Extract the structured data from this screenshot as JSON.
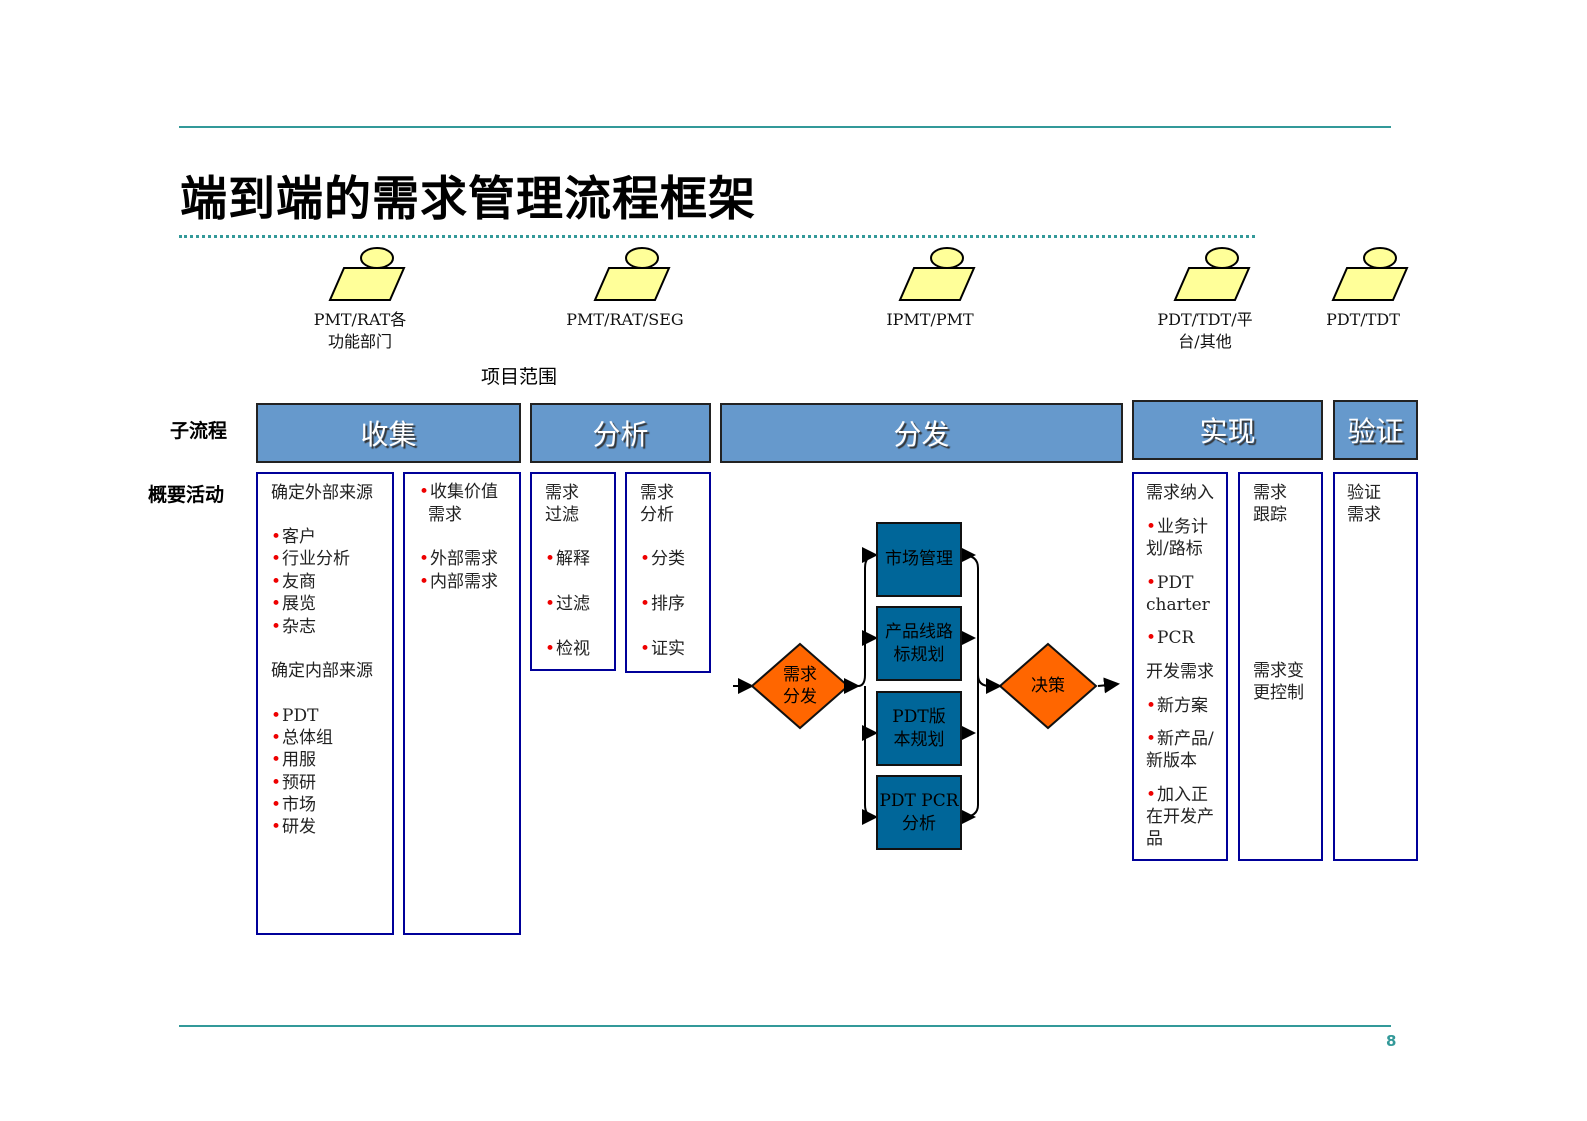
{
  "title": "端到端的需求管理流程框架",
  "page_number": "8",
  "colors": {
    "accent_line": "#339999",
    "phase_fill": "#6699cc",
    "column_border": "#000099",
    "bullet": "#ee0000",
    "flow_box": "#006699",
    "decision": "#ff6600",
    "person": "#ffff99"
  },
  "roles": [
    {
      "icon": "person-icon",
      "lines": [
        "PMT/RAT各",
        "功能部门"
      ]
    },
    {
      "icon": "person-icon",
      "lines": [
        "PMT/RAT/SEG"
      ]
    },
    {
      "icon": "person-icon",
      "lines": [
        "IPMT/PMT"
      ]
    },
    {
      "icon": "person-icon",
      "lines": [
        "PDT/TDT/平",
        "台/其他"
      ]
    },
    {
      "icon": "person-icon",
      "lines": [
        "PDT/TDT"
      ]
    }
  ],
  "scope_label": "项目范围",
  "row_labels": {
    "subprocess": "子流程",
    "activities": "概要活动"
  },
  "phases": [
    "收集",
    "分析",
    "分发",
    "实现",
    "验证"
  ],
  "activities": [
    {
      "lines": [
        {
          "text": "确定外部来源",
          "bullet": false
        },
        {
          "text": "客户",
          "bullet": true
        },
        {
          "text": "行业分析",
          "bullet": true
        },
        {
          "text": "友商",
          "bullet": true
        },
        {
          "text": "展览",
          "bullet": true
        },
        {
          "text": "杂志",
          "bullet": true
        },
        {
          "text": "确定内部来源",
          "bullet": false
        },
        {
          "text": "PDT",
          "bullet": true
        },
        {
          "text": "总体组",
          "bullet": true
        },
        {
          "text": "用服",
          "bullet": true
        },
        {
          "text": "预研",
          "bullet": true
        },
        {
          "text": "市场",
          "bullet": true
        },
        {
          "text": "研发",
          "bullet": true
        }
      ]
    },
    {
      "lines": [
        {
          "text": "收集价值",
          "bullet": true
        },
        {
          "text": "需求",
          "bullet": false
        },
        {
          "text": "外部需求",
          "bullet": true
        },
        {
          "text": "内部需求",
          "bullet": true
        }
      ]
    },
    {
      "lines": [
        {
          "text": "需求",
          "bullet": false
        },
        {
          "text": "过滤",
          "bullet": false
        },
        {
          "text": "解释",
          "bullet": true
        },
        {
          "text": "过滤",
          "bullet": true
        },
        {
          "text": "检视",
          "bullet": true
        }
      ]
    },
    {
      "lines": [
        {
          "text": "需求",
          "bullet": false
        },
        {
          "text": "分析",
          "bullet": false
        },
        {
          "text": "分类",
          "bullet": true
        },
        {
          "text": "排序",
          "bullet": true
        },
        {
          "text": "证实",
          "bullet": true
        }
      ]
    },
    {
      "lines": [
        {
          "text": "需求纳入",
          "bullet": false
        },
        {
          "text": "业务计",
          "bullet": true
        },
        {
          "text": "划/路标",
          "bullet": false
        },
        {
          "text": "PDT",
          "bullet": true
        },
        {
          "text": "charter",
          "bullet": false
        },
        {
          "text": "PCR",
          "bullet": true
        },
        {
          "text": "开发需求",
          "bullet": false
        },
        {
          "text": "新方案",
          "bullet": true
        },
        {
          "text": "新产品/",
          "bullet": true
        },
        {
          "text": "新版本",
          "bullet": false
        },
        {
          "text": "加入正",
          "bullet": true
        },
        {
          "text": "在开发产",
          "bullet": false
        },
        {
          "text": "品",
          "bullet": false
        }
      ]
    },
    {
      "lines": [
        {
          "text": "需求",
          "bullet": false
        },
        {
          "text": "跟踪",
          "bullet": false
        },
        {
          "text": "需求变",
          "bullet": false
        },
        {
          "text": "更控制",
          "bullet": false
        }
      ]
    },
    {
      "lines": [
        {
          "text": "验证",
          "bullet": false
        },
        {
          "text": "需求",
          "bullet": false
        }
      ]
    }
  ],
  "distribution_flow": {
    "start_decision": [
      "需求",
      "分发"
    ],
    "steps": [
      [
        "市场管理"
      ],
      [
        "产品线路",
        "标规划"
      ],
      [
        "PDT版",
        "本规划"
      ],
      [
        "PDT PCR",
        "分析"
      ]
    ],
    "end_decision": [
      "决策"
    ]
  }
}
